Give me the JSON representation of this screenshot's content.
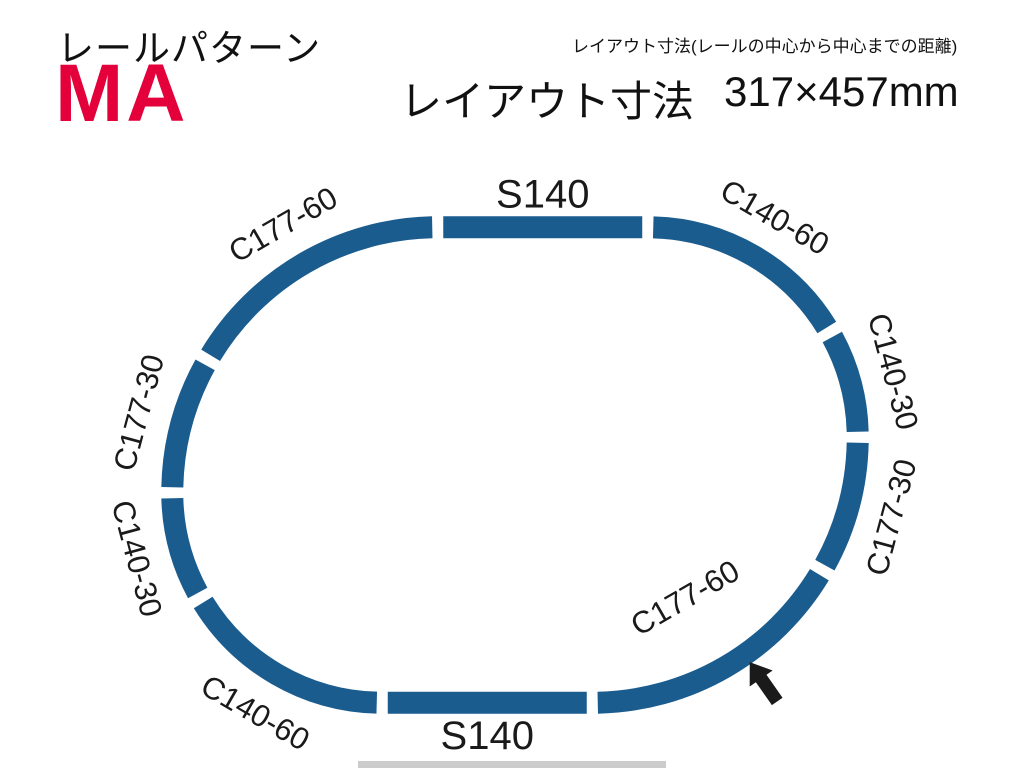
{
  "header": {
    "series_label": "レールパターン",
    "pattern_code": "MA",
    "pattern_code_color": "#e3003b",
    "note": "レイアウト寸法(レールの中心から中心までの距離)",
    "dimensions_label": "レイアウト寸法",
    "dimensions_value": "317×457mm"
  },
  "diagram": {
    "track_color": "#1b5c8f",
    "label_color": "#1a1a1a",
    "loop_direction": "clockwise",
    "segments": [
      {
        "label": "S140",
        "type": "straight",
        "length_mm": 140,
        "label_side": "outside"
      },
      {
        "label": "C140-60",
        "type": "curve",
        "radius_mm": 140,
        "angle_deg": 60,
        "label_side": "outside"
      },
      {
        "label": "C140-30",
        "type": "curve",
        "radius_mm": 140,
        "angle_deg": 30,
        "label_side": "outside"
      },
      {
        "label": "C177-30",
        "type": "curve",
        "radius_mm": 177,
        "angle_deg": 30,
        "label_side": "outside"
      },
      {
        "label": "C177-60",
        "type": "curve",
        "radius_mm": 177,
        "angle_deg": 60,
        "label_side": "inside",
        "callout_arrow": true
      },
      {
        "label": "S140",
        "type": "straight",
        "length_mm": 140,
        "label_side": "outside"
      },
      {
        "label": "C140-60",
        "type": "curve",
        "radius_mm": 140,
        "angle_deg": 60,
        "label_side": "outside"
      },
      {
        "label": "C140-30",
        "type": "curve",
        "radius_mm": 140,
        "angle_deg": 30,
        "label_side": "outside"
      },
      {
        "label": "C177-30",
        "type": "curve",
        "radius_mm": 177,
        "angle_deg": 30,
        "label_side": "outside"
      },
      {
        "label": "C177-60",
        "type": "curve",
        "radius_mm": 177,
        "angle_deg": 60,
        "label_side": "outside"
      }
    ]
  }
}
